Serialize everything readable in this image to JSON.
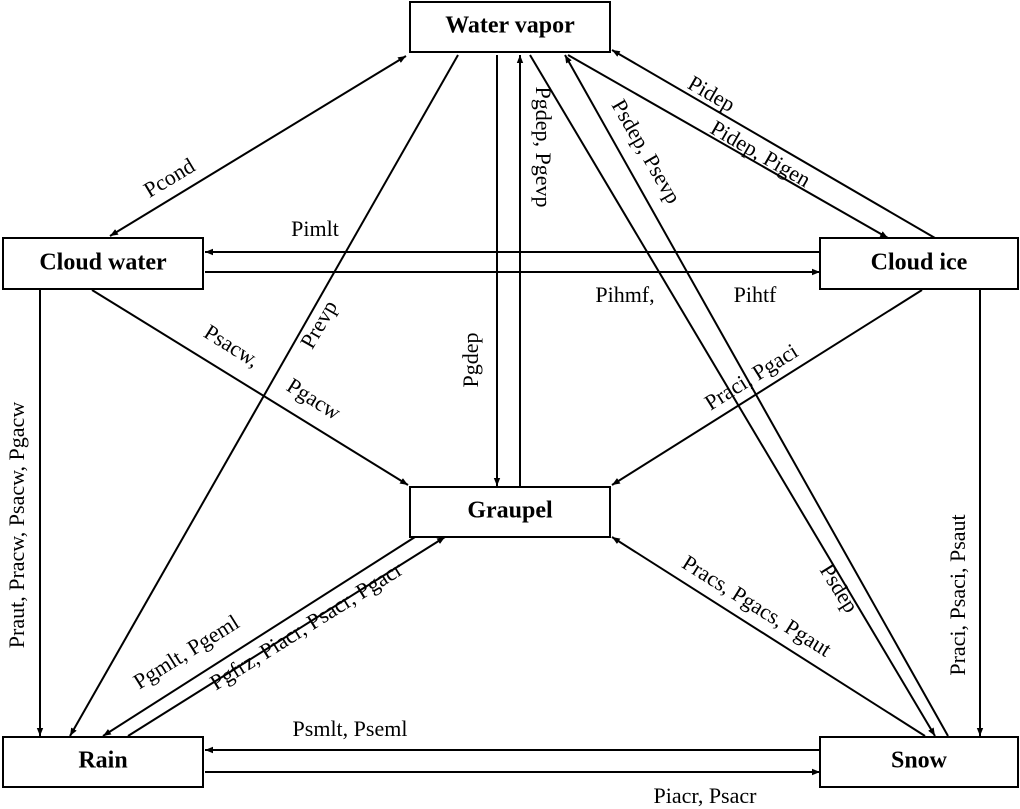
{
  "nodes": {
    "water_vapor": "Water vapor",
    "cloud_water": "Cloud water",
    "cloud_ice": "Cloud ice",
    "graupel": "Graupel",
    "rain": "Rain",
    "snow": "Snow"
  },
  "labels": {
    "pcond": "Pcond",
    "pimlt": "Pimlt",
    "pihmf": "Pihmf,",
    "pihtf": "Pihtf",
    "pidep": "Pidep",
    "pidep_pigen": "Pidep, Pigen",
    "pgdep_pgevp": "Pgdep, Pgevp",
    "psdep_psevp": "Psdep, Psevp",
    "prevp": "Prevp",
    "pgdep": "Pgdep",
    "psacw": "Psacw,",
    "pgacw": "Pgacw",
    "praci_pgaci": "Praci,  Pgaci",
    "praut_group": "Praut, Pracw, Psacw, Pgacw",
    "praci_psaci_psaut": "Praci, Psaci, Psaut",
    "pgmlt_pgeml": "Pgmlt, Pgeml",
    "pgfrz_group": "Pgfrz, Piacr, Psacr, Pgacr",
    "pracs_group": "Pracs, Pgacs, Pgaut",
    "psdep": "Psdep",
    "psmlt_pseml": "Psmlt, Pseml",
    "piacr_psacr": "Piacr, Psacr"
  }
}
